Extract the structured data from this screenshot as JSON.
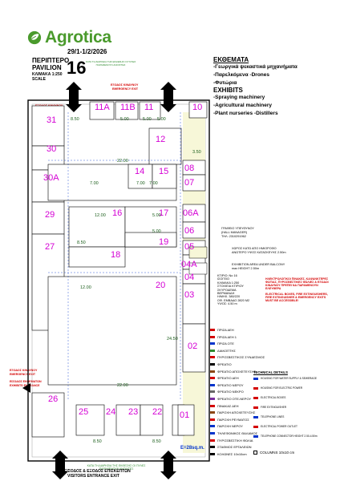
{
  "brand": {
    "name": "Agrotica",
    "color": "#4a9a2c",
    "icon": "leaf-logo-icon"
  },
  "header": {
    "dates": "29/1-1/2/2026",
    "pavilion_gr": "ΠΕΡΙΠΤΕΡΟ",
    "pavilion_en": "PAVILION",
    "pavilion_number": "16",
    "scale_gr": "ΚΛΙΜΑΚΑ 1:250",
    "scale_en": "SCALE",
    "green_note": "ΚΑΤΑ ΤΗ ΔΙΑΡΚΕΙΑ ΤΗΣ ΕΚΘΕΣΗΣ ΟΙ ΠΥΛΕΣ ΠΑΡΑΜΕΝΟΥΝ ΑΝΟΙΧΤΕΣ"
  },
  "exhibits": {
    "title": "ΕΚΘΕΜΑΤΑ",
    "gr": [
      "-Γεωργικά ψεκαστικά μηχανήματα",
      "-Παρελκόμενα -Drones",
      "-Φυτώρια"
    ],
    "en_title": "EXHIBITS",
    "en": [
      "-Spraying machinery",
      "-Agricultural machinery",
      "-Plant nurseries -Distillers"
    ]
  },
  "exits": {
    "emergency_top_a": "ΕΞΟΔΟΣ ΚΙΝΔΥΝΟΥ",
    "emergency_top_b": "EMERGENCY EXIT",
    "emergency_left_a": "ΕΞΟΔΟΣ ΚΙΝΔΥΝΟΥ",
    "emergency_left_b": "EMERGENCY EXIT",
    "exhibits_entrance_a": "ΕΙΣΟΔΟΣ ΕΚΘΕΜΑΤΩΝ",
    "exhibits_entrance_b": "EXHIBITS ENTRANCE",
    "visitors_a": "ΕΙΣΟΔΟΣ & ΕΞΟΔΟΣ ΕΠΙΣΚΕΠΤΩΝ",
    "visitors_b": "VISITORS ENTRANCE EXIT"
  },
  "stands": [
    {
      "id": "31"
    },
    {
      "id": "11A"
    },
    {
      "id": "11B"
    },
    {
      "id": "11"
    },
    {
      "id": "10"
    },
    {
      "id": "30"
    },
    {
      "id": "12"
    },
    {
      "id": "08"
    },
    {
      "id": "14"
    },
    {
      "id": "15"
    },
    {
      "id": "30A"
    },
    {
      "id": "07"
    },
    {
      "id": "29"
    },
    {
      "id": "16"
    },
    {
      "id": "17"
    },
    {
      "id": "06A"
    },
    {
      "id": "06"
    },
    {
      "id": "27"
    },
    {
      "id": "18"
    },
    {
      "id": "19"
    },
    {
      "id": "05"
    },
    {
      "id": "04A"
    },
    {
      "id": "04"
    },
    {
      "id": "20"
    },
    {
      "id": "03"
    },
    {
      "id": "02"
    },
    {
      "id": "26"
    },
    {
      "id": "25"
    },
    {
      "id": "24"
    },
    {
      "id": "23"
    },
    {
      "id": "22"
    },
    {
      "id": "01"
    }
  ],
  "dimensions": [
    "8.50",
    "5.00",
    "5.00",
    "5.00",
    "3.50",
    "22.00",
    "7.00",
    "7.00",
    "12.00",
    "5.00",
    "5.00",
    "8.50",
    "12.00",
    "22.00",
    "24.50",
    "8.50",
    "8.50",
    "7.00"
  ],
  "office": {
    "gr": "ΓΡΑΦΕΙΟ ΥΠΕΥΘΥΝΟΥ",
    "en": "(HALL MANAGER)",
    "tel": "ΤΗΛ: 2310291962"
  },
  "balcony": {
    "gr_a": "ΧΩΡΟΣ ΚΑΤΩ ΑΠΟ ΗΜΙΟΡΟΦΟ",
    "gr_b": "ΑΝΩΤΕΡΟ ΥΨΟΣ ΚΑΤΑΣΚΕΥΗΣ 2.50m",
    "en_a": "EXHIBITION AREA UNDER BALCONY",
    "en_b": "max HEIGHT 2.50m"
  },
  "building": {
    "lines": [
      "ΚΤΙΡΙΟ: Νο 16",
      "ΙΣΟΓΕΙΟ",
      "ΚΛΙΜΑΚΑ 1:250",
      "ΣΤΟΙΧΕΙΑ ΚΤΙΡΙΟΥ",
      "ΣΚΥΡΟΔΕΜΑ",
      "ΒΕΡΜΑΝΔΗ",
      "Η/ΜΗΧ. 380/220",
      "ΟΦ. ΕΜΒΑΔΟ 2820 Μ2",
      "ΥΨΟΣ: 4.50 m"
    ],
    "red_note_gr": "ΗΛΕΚΤΡΟΛΟΓΙΚΟΙ ΠΙΝΑΚΕΣ, ΚΑΨΑΝΚΤΕΡΕΣ ΦΩΤΙΑΣ, ΠΥΡΟΣΒΕΣΤΙΚΕΣ ΦΩΛΙΕΣ & ΕΞΟΔΟΙ ΚΙΝΔΥΝΟΥ ΠΡΕΠΕΙ ΝΑ ΠΑΡΑΜΕΝΟΥΝ ΕΛΕΥΘΕΡΑ",
    "red_note_en": "ELECTRICAL BOXES, FIRE EXTINGUISHERS, FIRE EXTINGUISHER & EMERGENCY EXITS MUST BE ACCESSIBLE!"
  },
  "legend_left": [
    {
      "label": "ΠΡΙΖΑ ΔΕΗ",
      "color": "#d40000"
    },
    {
      "label": "ΠΡΙΖΑ ΔΕΗ 1",
      "color": "#d40000"
    },
    {
      "label": "ΠΡΙΖΑ ΟΤΕ",
      "color": "#0033cc"
    },
    {
      "label": "ΔΙΑΚΟΠΤΗΣ",
      "color": "#2e8b2e"
    },
    {
      "label": "ΠΥΡΟΣΒΕΣΤΙΚΟΣ ΣΥΝΔΕΣΜΟΣ",
      "color": "#d40000"
    },
    {
      "label": "ΦΡΕΑΤΙΟ",
      "color": "#000000"
    },
    {
      "label": "ΦΡΕΑΤΙΟ ΑΠΟΧΕΤΕΥΣΗΣ",
      "color": "#8b4513"
    },
    {
      "label": "ΦΡΕΑΤΙΟ ΔΕΗ",
      "color": "#d40000"
    },
    {
      "label": "ΦΡΕΑΤΙΟ ΝΕΡΟΥ",
      "color": "#0033cc"
    },
    {
      "label": "ΦΡΕΑΤΙΟ ΝΕΚΡΟ",
      "color": "#666666"
    },
    {
      "label": "ΦΡΕΑΤΙΟ ΟΤΕ-ΝΕΡΟΥ",
      "color": "#7a2ea0"
    },
    {
      "label": "ΠΙΝΑΚΑΣ ΔΕΗ",
      "color": "#d40000"
    },
    {
      "label": "ΠΑΡΟΧΗ ΑΠΟΧΕΤΕΥΣΗΣ",
      "color": "#8b4513"
    },
    {
      "label": "ΠΑΡΟΧΗ ΡΕΥΜΑΤΟΣ",
      "color": "#d40000"
    },
    {
      "label": "ΠΑΡΟΧΗ ΝΕΡΟΥ",
      "color": "#0033cc"
    },
    {
      "label": "ΤΗΛΕΦΩΝΙΚΟΣ ΘΑΛΑΜΟΣ",
      "color": "#0033cc"
    },
    {
      "label": "ΠΥΡΟΣΒΕΣΤΙΚΗ ΦΩΛΙΑ",
      "color": "#d40000"
    },
    {
      "label": "ΣΤΑΘΜΟΣ ΕΡΓΑΛΕΙΩΝ",
      "color": "#000000"
    },
    {
      "label": "ΚΟΛΩΝΕΣ 10x10cm",
      "color": "#000000"
    }
  ],
  "legend_right": {
    "title": "TECHNICAL DETAILS",
    "items": [
      "HOUSING FOR WATER SUPPLY & SEWERAGE",
      "HOUSING FOR ELECTRIC POWER",
      "ELECTRICAL BOXES",
      "FIRE EXTINGUISHER",
      "TELEPHONE LINES",
      "ELECTRICAL POWER OUTLET",
      "TELEPHONE CONNECTOR HEIGHT 2.50-4.50m"
    ],
    "columns": "COLUMNS 10x10 cm"
  },
  "dim_bottom": "E=28sq.m."
}
